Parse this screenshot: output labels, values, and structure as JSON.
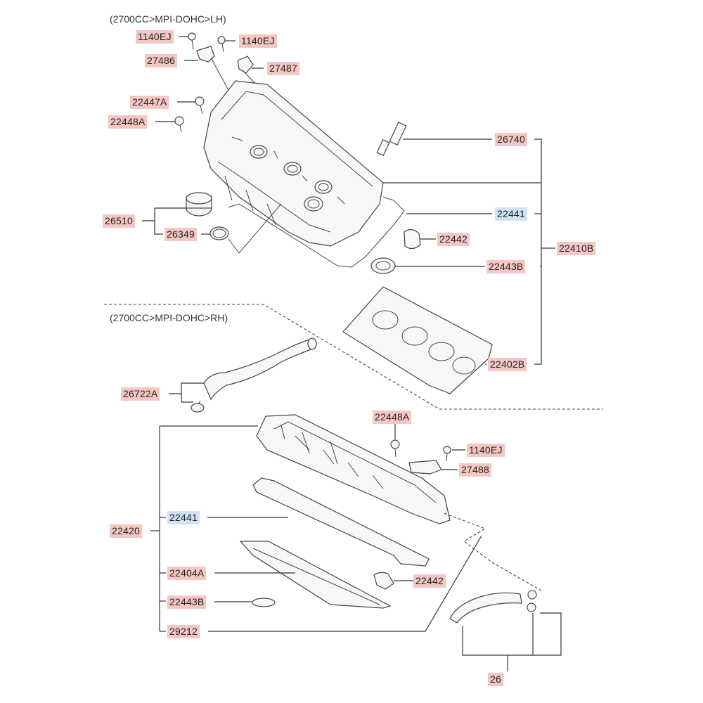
{
  "captions": {
    "lh": "(2700CC>MPI-DOHC>LH)",
    "rh": "(2700CC>MPI-DOHC>RH)"
  },
  "labels": {
    "l_1140ej_a": "1140EJ",
    "l_1140ej_b": "1140EJ",
    "l_27486": "27486",
    "l_27487": "27487",
    "l_22447a": "22447A",
    "l_22448a_top": "22448A",
    "l_26740": "26740",
    "l_26510": "26510",
    "l_26349": "26349",
    "l_22441_top": "22441",
    "l_22442_top": "22442",
    "l_22410b": "22410B",
    "l_22443b_top": "22443B",
    "l_22402b": "22402B",
    "l_26722a": "26722A",
    "l_22448a_rh": "22448A",
    "l_1140ej_rh": "1140EJ",
    "l_27488": "27488",
    "l_22420": "22420",
    "l_22441_rh": "22441",
    "l_22404a": "22404A",
    "l_22442_rh": "22442",
    "l_22443b_rh": "22443B",
    "l_29212": "29212",
    "l_bottom_partial": "26"
  },
  "colors": {
    "label_red": "#f4c7c3",
    "label_blue": "#cfe2f7",
    "line": "#333333"
  }
}
